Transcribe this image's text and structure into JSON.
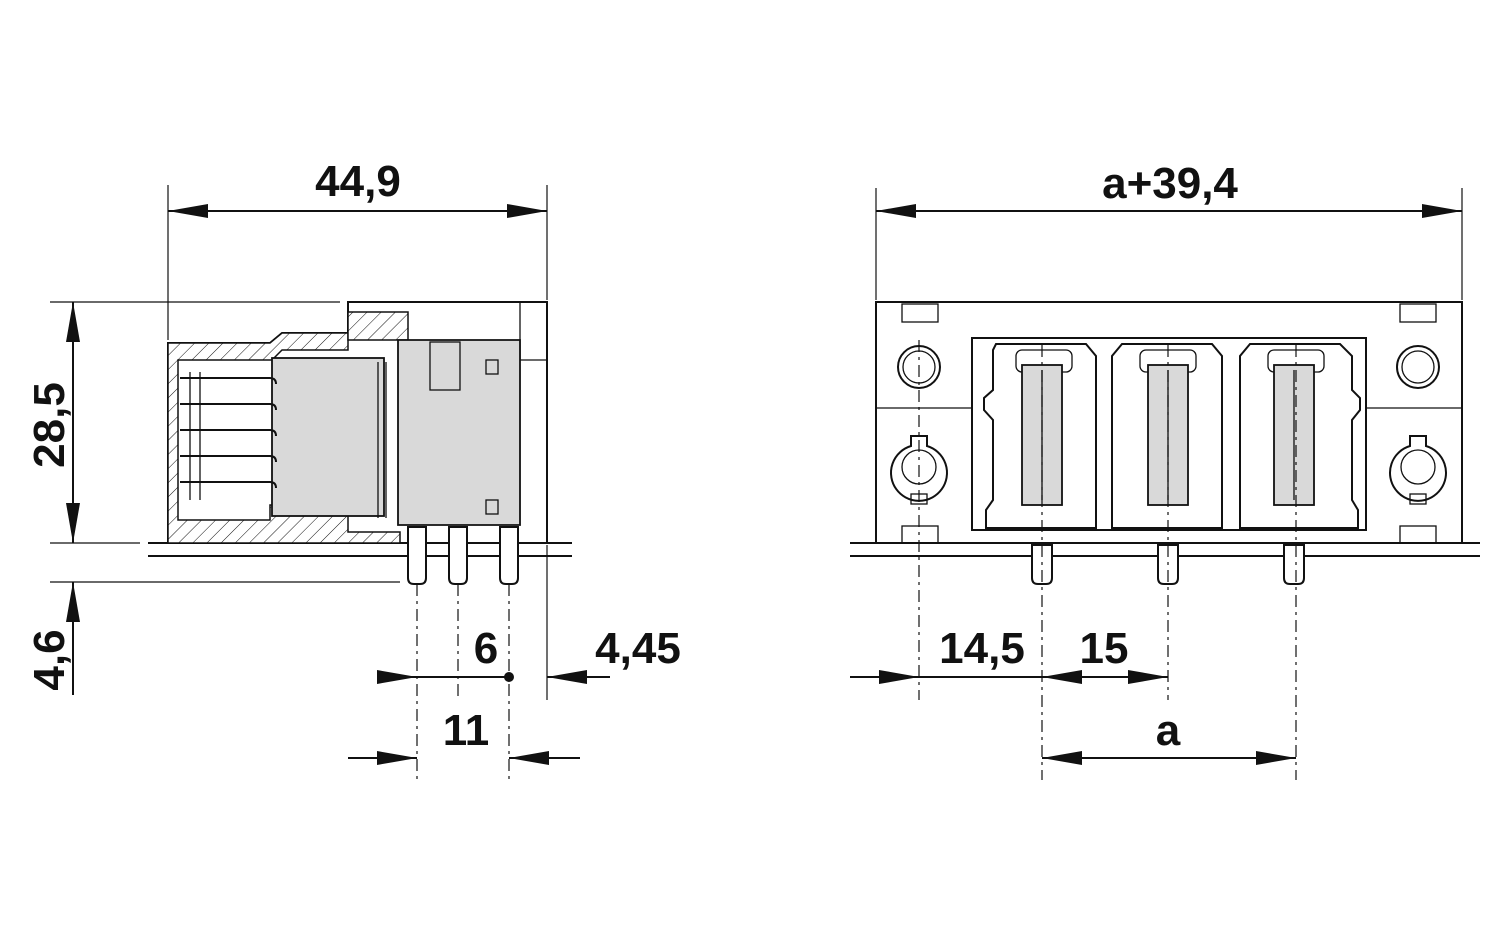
{
  "dimensions": {
    "side_width": "44,9",
    "side_height": "28,5",
    "pin_length": "4,6",
    "pin_pitch": "6",
    "offset_right": "4,45",
    "offset_pair": "11",
    "front_width": "a+39,4",
    "hole_offset": "14,5",
    "pitch": "15",
    "span": "a"
  }
}
